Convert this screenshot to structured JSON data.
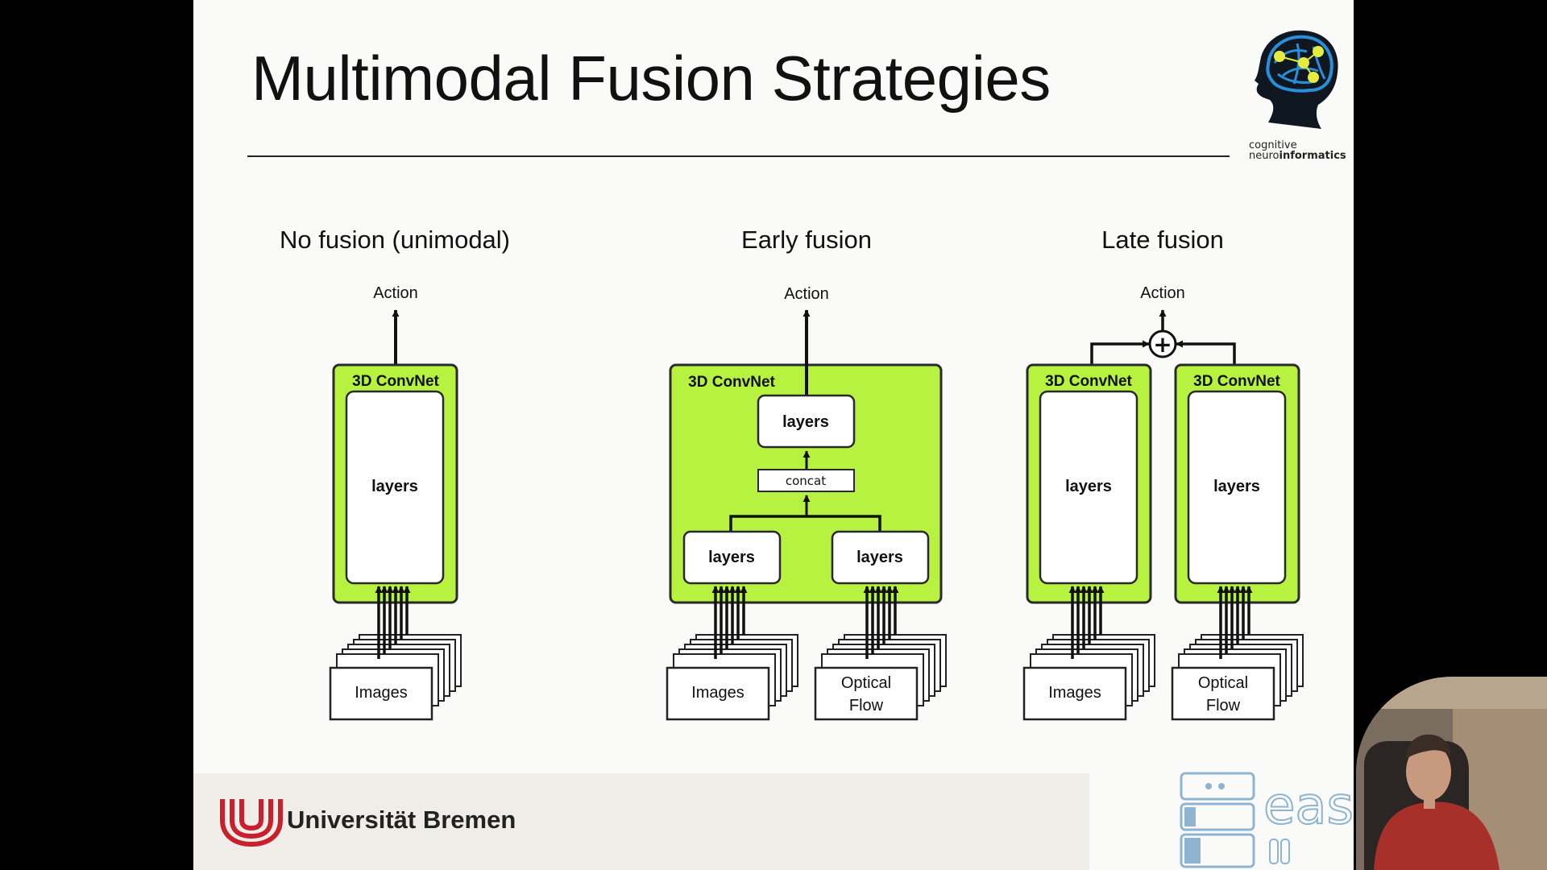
{
  "slide": {
    "title": "Multimodal Fusion Strategies",
    "lab_logo": {
      "line1": "cognitive",
      "line2_prefix": "neuro",
      "line2_bold": "informatics"
    },
    "university": "Universität Bremen",
    "ease_logo_text": "ease",
    "colors": {
      "net_fill": "#b6f23f",
      "net_border": "#2a2a2a",
      "accent_red": "#c8202e",
      "ease_blue": "#8fb4d2"
    }
  },
  "diagram": {
    "no_fusion": {
      "heading": "No fusion (unimodal)",
      "output": "Action",
      "net_label": "3D ConvNet",
      "layers": "layers",
      "input": "Images"
    },
    "early_fusion": {
      "heading": "Early fusion",
      "output": "Action",
      "net_label": "3D ConvNet",
      "top_layers": "layers",
      "concat": "concat",
      "left_layers": "layers",
      "right_layers": "layers",
      "input_left": "Images",
      "input_right_line1": "Optical",
      "input_right_line2": "Flow"
    },
    "late_fusion": {
      "heading": "Late fusion",
      "output": "Action",
      "combine_symbol": "+",
      "left_net_label": "3D ConvNet",
      "right_net_label": "3D ConvNet",
      "left_layers": "layers",
      "right_layers": "layers",
      "input_left": "Images",
      "input_right_line1": "Optical",
      "input_right_line2": "Flow"
    }
  }
}
